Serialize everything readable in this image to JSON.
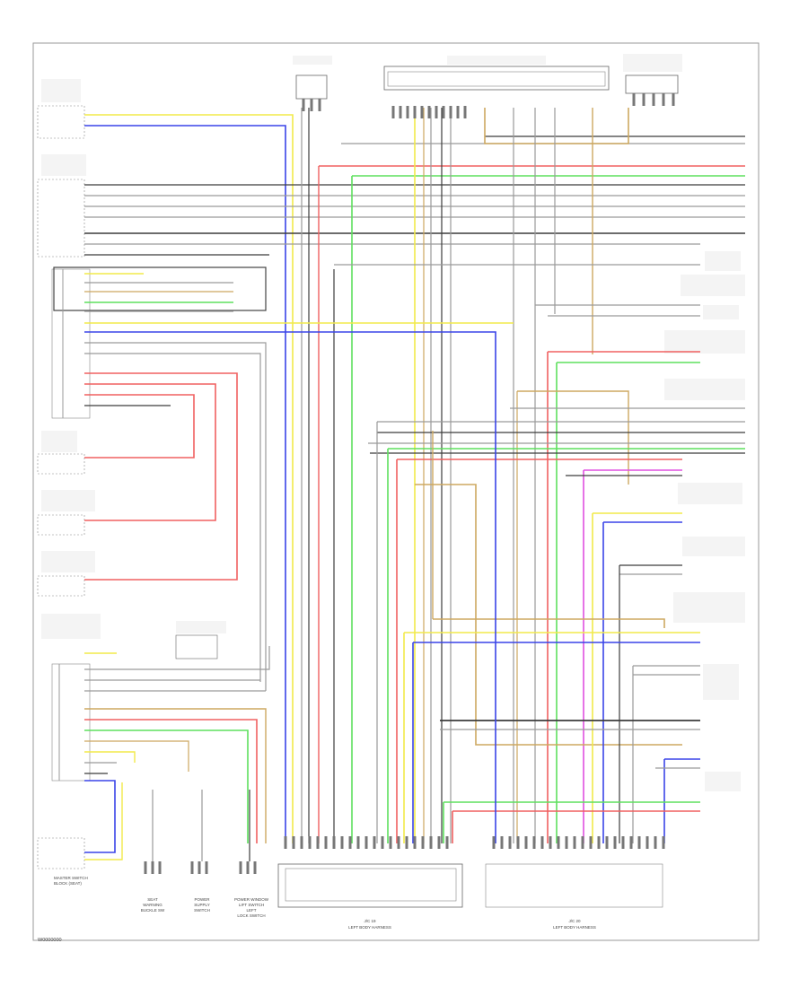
{
  "diagram": {
    "footer_code": "W0000000",
    "bottom_connectors": [
      {
        "id": "lower-left-block",
        "lines": [
          "J/C 19",
          "LEFT BODY HARNESS"
        ]
      },
      {
        "id": "lower-right-block",
        "lines": [
          "J/C 20",
          "LEFT BODY HARNESS"
        ]
      }
    ],
    "lower_left_labels": [
      {
        "id": "seat-belt-warning",
        "lines": [
          "SEAT",
          "WARNING",
          "BUCKLE SW"
        ]
      },
      {
        "id": "power-supply",
        "lines": [
          "POWER",
          "SUPPLY",
          "SWITCH"
        ]
      },
      {
        "id": "rear-window",
        "lines": [
          "POWER WINDOW",
          "LIFT SWITCH",
          "LEFT",
          "LOCK SWITCH"
        ]
      },
      {
        "id": "master-switch",
        "lines": [
          "MASTER SWITCH",
          "BLOCK (SEAT)"
        ]
      }
    ],
    "colors": {
      "yellow": "#f2ea4a",
      "blue": "#3a44e8",
      "red": "#f06060",
      "green": "#5ee05e",
      "tan": "#cda860",
      "gray": "#9a9a9a",
      "dark": "#3c3c3c",
      "magenta": "#e050e0",
      "frame": "#888888"
    }
  }
}
